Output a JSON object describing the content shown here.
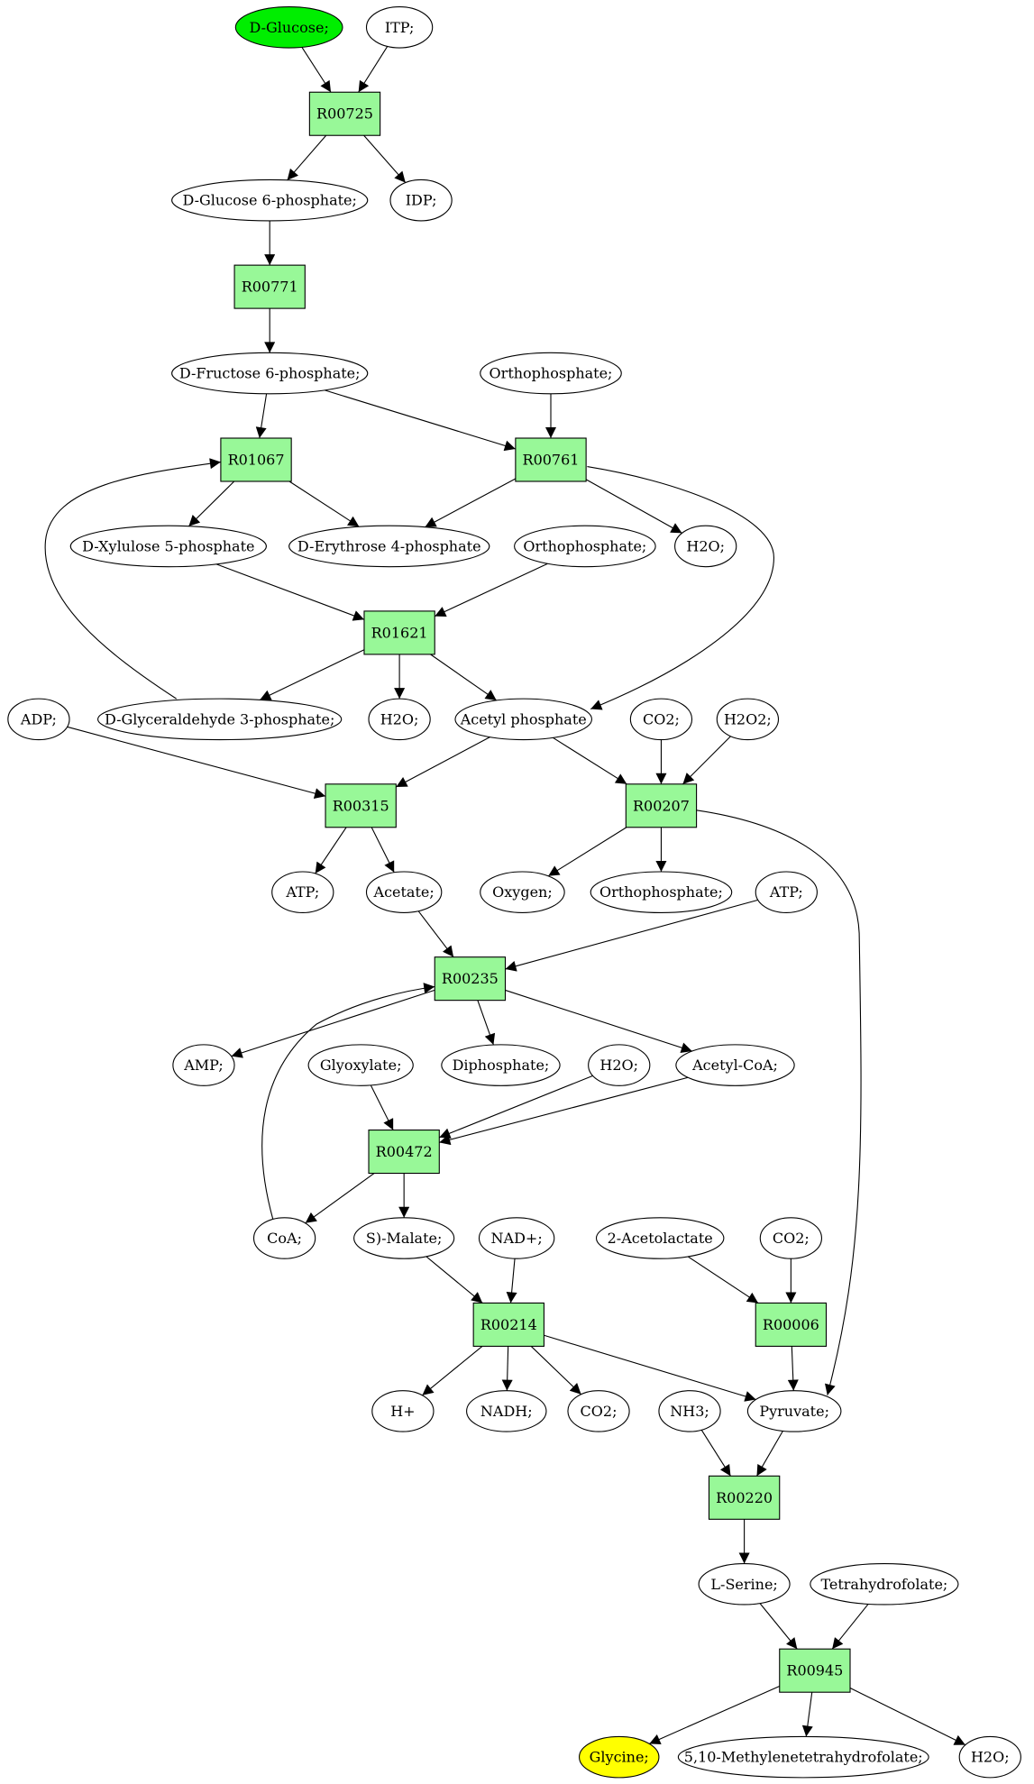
{
  "colors": {
    "reaction_fill": "#98f898",
    "metabolite_fill": "#ffffff",
    "start_fill": "#00ee00",
    "target_fill": "#ffff00",
    "stroke": "#000000"
  },
  "nodes": [
    {
      "id": "glucose",
      "label": "D-Glucose;",
      "kind": "start"
    },
    {
      "id": "itp",
      "label": "ITP;",
      "kind": "metabolite"
    },
    {
      "id": "r00725",
      "label": "R00725",
      "kind": "reaction"
    },
    {
      "id": "g6p",
      "label": "D-Glucose 6-phosphate;",
      "kind": "metabolite"
    },
    {
      "id": "idp",
      "label": "IDP;",
      "kind": "metabolite"
    },
    {
      "id": "r00771",
      "label": "R00771",
      "kind": "reaction"
    },
    {
      "id": "f6p",
      "label": "D-Fructose 6-phosphate;",
      "kind": "metabolite"
    },
    {
      "id": "orthophosphate1",
      "label": "Orthophosphate;",
      "kind": "metabolite"
    },
    {
      "id": "r01067",
      "label": "R01067",
      "kind": "reaction"
    },
    {
      "id": "r00761",
      "label": "R00761",
      "kind": "reaction"
    },
    {
      "id": "xylulose5p",
      "label": "D-Xylulose 5-phosphate",
      "kind": "metabolite"
    },
    {
      "id": "erythrose4p",
      "label": "D-Erythrose 4-phosphate",
      "kind": "metabolite"
    },
    {
      "id": "orthophosphate2",
      "label": "Orthophosphate;",
      "kind": "metabolite"
    },
    {
      "id": "h2o_1",
      "label": "H2O;",
      "kind": "metabolite"
    },
    {
      "id": "r01621",
      "label": "R01621",
      "kind": "reaction"
    },
    {
      "id": "adp",
      "label": "ADP;",
      "kind": "metabolite"
    },
    {
      "id": "g3p",
      "label": "D-Glyceraldehyde 3-phosphate;",
      "kind": "metabolite"
    },
    {
      "id": "h2o_2",
      "label": "H2O;",
      "kind": "metabolite"
    },
    {
      "id": "acetylp",
      "label": "Acetyl phosphate",
      "kind": "metabolite"
    },
    {
      "id": "co2_1",
      "label": "CO2;",
      "kind": "metabolite"
    },
    {
      "id": "h2o2",
      "label": "H2O2;",
      "kind": "metabolite"
    },
    {
      "id": "r00315",
      "label": "R00315",
      "kind": "reaction"
    },
    {
      "id": "r00207",
      "label": "R00207",
      "kind": "reaction"
    },
    {
      "id": "atp1",
      "label": "ATP;",
      "kind": "metabolite"
    },
    {
      "id": "acetate",
      "label": "Acetate;",
      "kind": "metabolite"
    },
    {
      "id": "oxygen",
      "label": "Oxygen;",
      "kind": "metabolite"
    },
    {
      "id": "orthophosphate3",
      "label": "Orthophosphate;",
      "kind": "metabolite"
    },
    {
      "id": "atp2",
      "label": "ATP;",
      "kind": "metabolite"
    },
    {
      "id": "r00235",
      "label": "R00235",
      "kind": "reaction"
    },
    {
      "id": "amp",
      "label": "AMP;",
      "kind": "metabolite"
    },
    {
      "id": "glyoxylate",
      "label": "Glyoxylate;",
      "kind": "metabolite"
    },
    {
      "id": "diphosphate",
      "label": "Diphosphate;",
      "kind": "metabolite"
    },
    {
      "id": "h2o_3",
      "label": "H2O;",
      "kind": "metabolite"
    },
    {
      "id": "acetylcoa",
      "label": "Acetyl-CoA;",
      "kind": "metabolite"
    },
    {
      "id": "r00472",
      "label": "R00472",
      "kind": "reaction"
    },
    {
      "id": "coa",
      "label": "CoA;",
      "kind": "metabolite"
    },
    {
      "id": "malate",
      "label": "S)-Malate;",
      "kind": "metabolite"
    },
    {
      "id": "nadplus",
      "label": "NAD+;",
      "kind": "metabolite"
    },
    {
      "id": "acetolactate",
      "label": "2-Acetolactate",
      "kind": "metabolite"
    },
    {
      "id": "co2_2",
      "label": "CO2;",
      "kind": "metabolite"
    },
    {
      "id": "r00214",
      "label": "R00214",
      "kind": "reaction"
    },
    {
      "id": "r00006",
      "label": "R00006",
      "kind": "reaction"
    },
    {
      "id": "hplus",
      "label": "H+",
      "kind": "metabolite"
    },
    {
      "id": "nadh",
      "label": "NADH;",
      "kind": "metabolite"
    },
    {
      "id": "co2_3",
      "label": "CO2;",
      "kind": "metabolite"
    },
    {
      "id": "nh3",
      "label": "NH3;",
      "kind": "metabolite"
    },
    {
      "id": "pyruvate",
      "label": "Pyruvate;",
      "kind": "metabolite"
    },
    {
      "id": "r00220",
      "label": "R00220",
      "kind": "reaction"
    },
    {
      "id": "lserine",
      "label": "L-Serine;",
      "kind": "metabolite"
    },
    {
      "id": "thf",
      "label": "Tetrahydrofolate;",
      "kind": "metabolite"
    },
    {
      "id": "r00945",
      "label": "R00945",
      "kind": "reaction"
    },
    {
      "id": "glycine",
      "label": "Glycine;",
      "kind": "target"
    },
    {
      "id": "methylenethf",
      "label": "5,10-Methylenetetrahydrofolate;",
      "kind": "metabolite"
    },
    {
      "id": "h2o_4",
      "label": "H2O;",
      "kind": "metabolite"
    }
  ],
  "edges": [
    {
      "from": "glucose",
      "to": "r00725"
    },
    {
      "from": "itp",
      "to": "r00725"
    },
    {
      "from": "r00725",
      "to": "g6p"
    },
    {
      "from": "r00725",
      "to": "idp"
    },
    {
      "from": "g6p",
      "to": "r00771"
    },
    {
      "from": "r00771",
      "to": "f6p"
    },
    {
      "from": "f6p",
      "to": "r01067"
    },
    {
      "from": "f6p",
      "to": "r00761"
    },
    {
      "from": "orthophosphate1",
      "to": "r00761"
    },
    {
      "from": "r01067",
      "to": "xylulose5p"
    },
    {
      "from": "r01067",
      "to": "erythrose4p"
    },
    {
      "from": "r00761",
      "to": "erythrose4p"
    },
    {
      "from": "r00761",
      "to": "h2o_1"
    },
    {
      "from": "r00761",
      "to": "acetylp"
    },
    {
      "from": "xylulose5p",
      "to": "r01621"
    },
    {
      "from": "orthophosphate2",
      "to": "r01621"
    },
    {
      "from": "g3p",
      "to": "r01067"
    },
    {
      "from": "r01621",
      "to": "g3p"
    },
    {
      "from": "r01621",
      "to": "h2o_2"
    },
    {
      "from": "r01621",
      "to": "acetylp"
    },
    {
      "from": "adp",
      "to": "r00315"
    },
    {
      "from": "acetylp",
      "to": "r00315"
    },
    {
      "from": "acetylp",
      "to": "r00207"
    },
    {
      "from": "co2_1",
      "to": "r00207"
    },
    {
      "from": "h2o2",
      "to": "r00207"
    },
    {
      "from": "r00315",
      "to": "atp1"
    },
    {
      "from": "r00315",
      "to": "acetate"
    },
    {
      "from": "r00207",
      "to": "oxygen"
    },
    {
      "from": "r00207",
      "to": "orthophosphate3"
    },
    {
      "from": "r00207",
      "to": "pyruvate"
    },
    {
      "from": "acetate",
      "to": "r00235"
    },
    {
      "from": "atp2",
      "to": "r00235"
    },
    {
      "from": "coa",
      "to": "r00235"
    },
    {
      "from": "r00235",
      "to": "amp"
    },
    {
      "from": "r00235",
      "to": "diphosphate"
    },
    {
      "from": "r00235",
      "to": "acetylcoa"
    },
    {
      "from": "glyoxylate",
      "to": "r00472"
    },
    {
      "from": "h2o_3",
      "to": "r00472"
    },
    {
      "from": "acetylcoa",
      "to": "r00472"
    },
    {
      "from": "r00472",
      "to": "coa"
    },
    {
      "from": "r00472",
      "to": "malate"
    },
    {
      "from": "malate",
      "to": "r00214"
    },
    {
      "from": "nadplus",
      "to": "r00214"
    },
    {
      "from": "acetolactate",
      "to": "r00006"
    },
    {
      "from": "co2_2",
      "to": "r00006"
    },
    {
      "from": "r00214",
      "to": "hplus"
    },
    {
      "from": "r00214",
      "to": "nadh"
    },
    {
      "from": "r00214",
      "to": "co2_3"
    },
    {
      "from": "r00214",
      "to": "pyruvate"
    },
    {
      "from": "r00006",
      "to": "pyruvate"
    },
    {
      "from": "nh3",
      "to": "r00220"
    },
    {
      "from": "pyruvate",
      "to": "r00220"
    },
    {
      "from": "r00220",
      "to": "lserine"
    },
    {
      "from": "lserine",
      "to": "r00945"
    },
    {
      "from": "thf",
      "to": "r00945"
    },
    {
      "from": "r00945",
      "to": "glycine"
    },
    {
      "from": "r00945",
      "to": "methylenethf"
    },
    {
      "from": "r00945",
      "to": "h2o_4"
    }
  ]
}
